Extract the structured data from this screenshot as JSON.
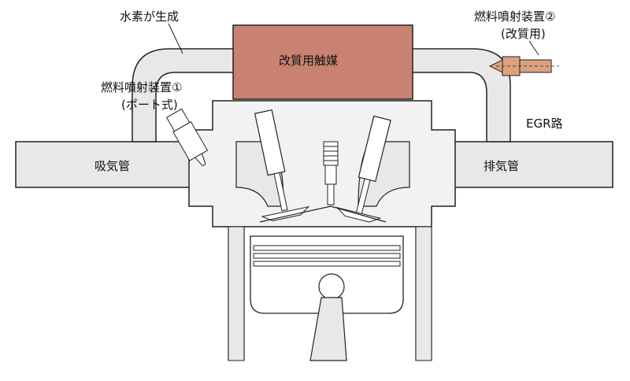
{
  "labels": {
    "hydrogen": "水素が生成",
    "catalyst": "改質用触媒",
    "injector1_line1": "燃料噴射装置①",
    "injector1_line2": "(ポート式)",
    "injector2_line1": "燃料噴射装置②",
    "injector2_line2": "(改質用)",
    "egr": "EGR路",
    "intake": "吸気管",
    "exhaust": "排気管"
  },
  "colors": {
    "pipe_fill": "#e8e8e8",
    "outline": "#222222",
    "catalyst_fill": "#c9826f",
    "injector2_fill": "#dba27f",
    "engine_fill": "#f2f2f2",
    "piston_fill": "#ffffff"
  }
}
